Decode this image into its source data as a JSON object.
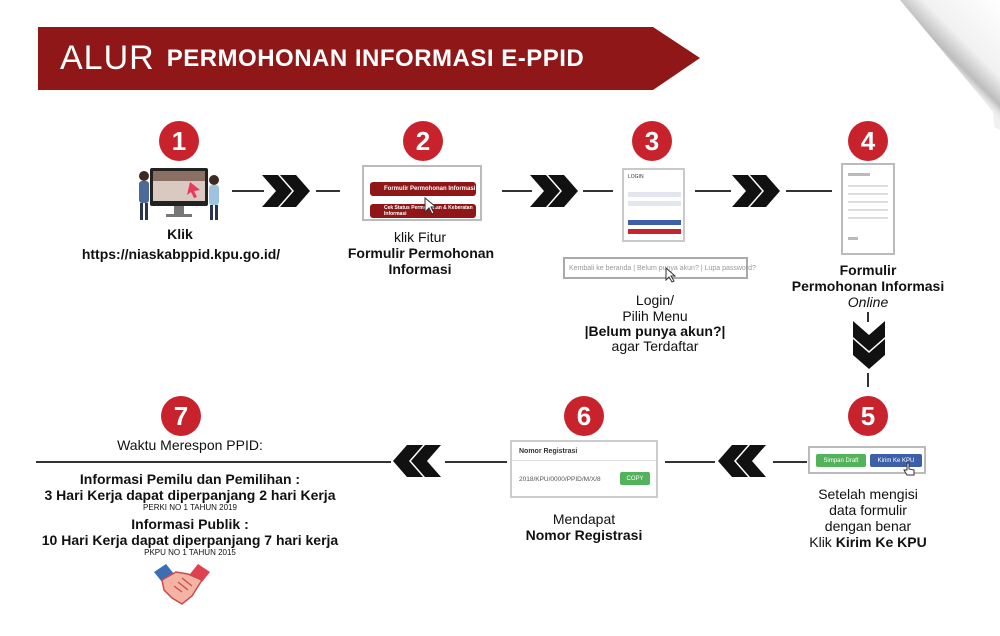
{
  "banner": {
    "alur": "ALUR",
    "title": "PERMOHONAN INFORMASI E-PPID"
  },
  "steps": {
    "s1": {
      "num": "1",
      "line1": "Klik",
      "line2": "https://niaskabppid.kpu.go.id/"
    },
    "s2": {
      "num": "2",
      "line1": "klik Fitur",
      "line2": "Formulir Permohonan",
      "line3": "Informasi",
      "btn1": "Formulir Permohonan Informasi",
      "btn2": "Cek Status Permohonan & Keberatan Informasi"
    },
    "s3": {
      "num": "3",
      "line1": "Login/",
      "line2": "Pilih Menu",
      "line3": "|Belum punya akun?|",
      "line4": "agar Terdaftar",
      "bar_text": "Kembali ke beranda | Belum punya akun? | Lupa password?",
      "login_title": "LOGIN"
    },
    "s4": {
      "num": "4",
      "line1": "Formulir",
      "line2": "Permohonan Informasi",
      "line3": "Online"
    },
    "s5": {
      "num": "5",
      "line1": "Setelah mengisi",
      "line2": "data formulir",
      "line3": "dengan benar",
      "line4_pre": "Klik ",
      "line4_bold": "Kirim Ke KPU",
      "btn_draft": "Simpan Draft",
      "btn_send": "Kirim Ke KPU"
    },
    "s6": {
      "num": "6",
      "line1": "Mendapat",
      "line2": "Nomor Registrasi",
      "card_title": "Nomor Registrasi",
      "card_value": "2018/KPU/0000/PPID/M/X/8",
      "card_btn": "COPY"
    },
    "s7": {
      "num": "7",
      "heading": "Waktu Merespon PPID:",
      "a_title": "Informasi Pemilu dan Pemilihan :",
      "a_body": "3 Hari Kerja dapat diperpanjang 2 hari Kerja",
      "a_ref": "PERKI NO 1 TAHUN 2019",
      "b_title": "Informasi Publik :",
      "b_body": "10 Hari Kerja dapat diperpanjang 7 hari kerja",
      "b_ref": "PKPU NO 1 TAHUN 2015"
    }
  },
  "colors": {
    "banner": "#8f1718",
    "circle": "#c8232c",
    "chevron": "#111111"
  }
}
